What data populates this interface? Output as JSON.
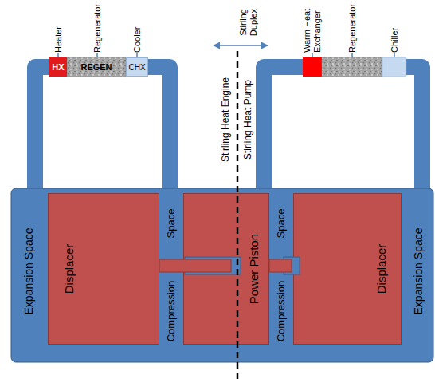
{
  "diagram": {
    "nodes": [
      {
        "text": [
          "HX"
        ]
      },
      {
        "text": [
          "REGEN"
        ]
      },
      {
        "text": [
          "CHX"
        ]
      },
      {
        "text": [
          "Displacer"
        ]
      },
      {
        "text": [
          "Power Piston"
        ]
      },
      {
        "text": [
          "Displacer"
        ]
      }
    ],
    "labels": [
      "Stirling Duplex",
      "Heater",
      "Regenerator",
      "Cooler",
      "Stirling Heat Engine",
      "Stirling Heat Pump",
      "Warm Heat Exchanger",
      "Regenerator",
      "Chiller",
      "Expansion Space",
      "Space",
      "Compression",
      "Space",
      "Compression",
      "Expansion Space"
    ]
  }
}
